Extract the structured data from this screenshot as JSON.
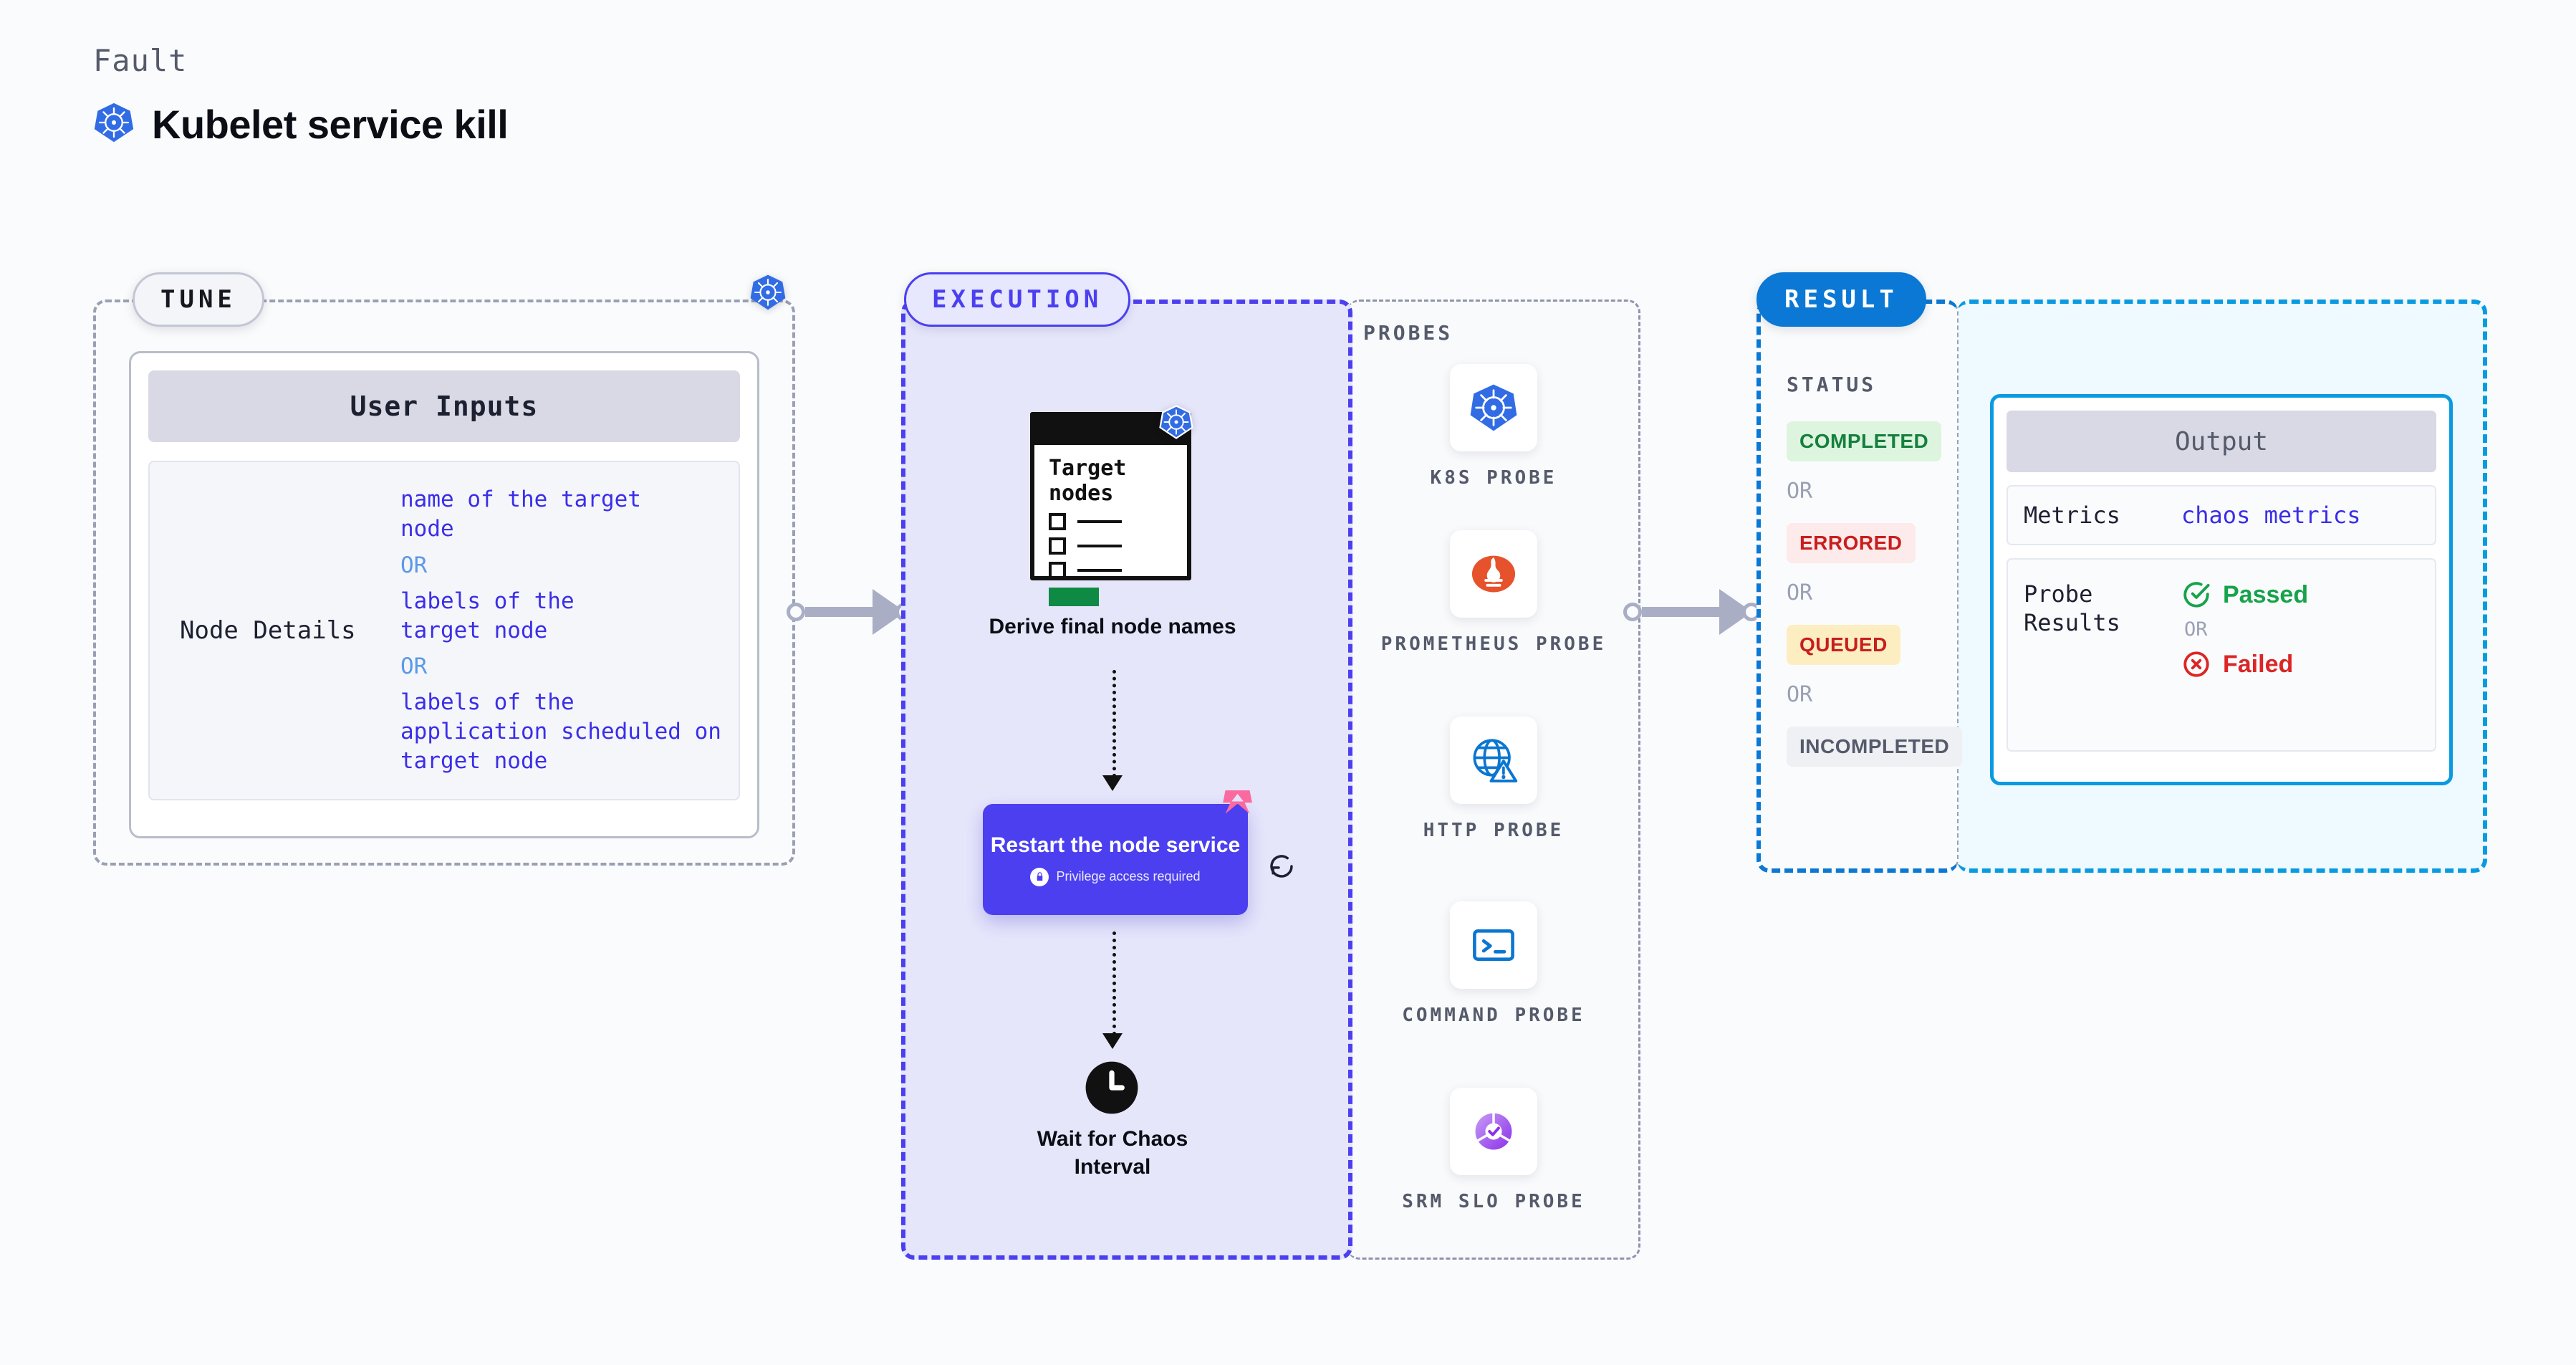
{
  "header": {
    "eyebrow": "Fault",
    "title": "Kubelet service kill",
    "icon": "kubernetes-icon"
  },
  "stages": {
    "tune": {
      "label": "TUNE",
      "icon": "kubernetes-icon"
    },
    "execution": {
      "label": "EXECUTION"
    },
    "result": {
      "label": "RESULT"
    }
  },
  "tune": {
    "card_title": "User Inputs",
    "rows": [
      {
        "key": "Node Details",
        "values": [
          {
            "text": "name of the target node",
            "type": "value"
          },
          {
            "text": "OR",
            "type": "or"
          },
          {
            "text": "labels of the target node",
            "type": "value"
          },
          {
            "text": "OR",
            "type": "or"
          },
          {
            "text": "labels of the application scheduled on target node",
            "type": "value"
          }
        ]
      }
    ]
  },
  "execution": {
    "nodes": [
      {
        "id": "derive-final-node-names",
        "label": "Derive final node names",
        "card_title": "Target nodes",
        "badge_icon": "kubernetes-icon"
      },
      {
        "id": "restart-the-node-service",
        "label": "Restart the node service",
        "sublabel": "Privilege access required",
        "sublabel_icon": "lock-icon",
        "corner_icon": "harness-logo-icon",
        "side_icon": "refresh-icon"
      },
      {
        "id": "wait-for-chaos-interval",
        "label": "Wait for Chaos Interval",
        "icon": "clock-icon"
      }
    ]
  },
  "probes": {
    "label": "PROBES",
    "items": [
      {
        "name": "K8S PROBE",
        "icon": "kubernetes-icon"
      },
      {
        "name": "PROMETHEUS PROBE",
        "icon": "prometheus-icon"
      },
      {
        "name": "HTTP PROBE",
        "icon": "globe-warning-icon"
      },
      {
        "name": "COMMAND PROBE",
        "icon": "terminal-icon"
      },
      {
        "name": "SRM SLO PROBE",
        "icon": "srm-slo-donut-icon"
      }
    ]
  },
  "result": {
    "status_label": "STATUS",
    "or_label": "OR",
    "statuses": [
      {
        "label": "COMPLETED",
        "bg": "#ddf5df",
        "fg": "#15803d"
      },
      {
        "label": "ERRORED",
        "bg": "#fdeaea",
        "fg": "#c81e1e"
      },
      {
        "label": "QUEUED",
        "bg": "#fdeec2",
        "fg": "#c81e1e"
      },
      {
        "label": "INCOMPLETED",
        "bg": "#eef0f4",
        "fg": "#555a6b"
      }
    ],
    "output": {
      "title": "Output",
      "metrics_key": "Metrics",
      "metrics_value": "chaos metrics",
      "probe_results_key": "Probe Results",
      "passed_label": "Passed",
      "passed_icon": "check-circle-icon",
      "or_label": "OR",
      "failed_label": "Failed",
      "failed_icon": "x-circle-icon"
    }
  },
  "colors": {
    "execution_accent": "#4b3ff0",
    "result_accent": "#0a78d4",
    "output_accent": "#0a9ae0",
    "tune_accent": "#9aa0b4",
    "kubernetes_blue": "#326ce5",
    "harness_pink": "#fb6a9e",
    "connector_gray": "#aaaec4"
  }
}
